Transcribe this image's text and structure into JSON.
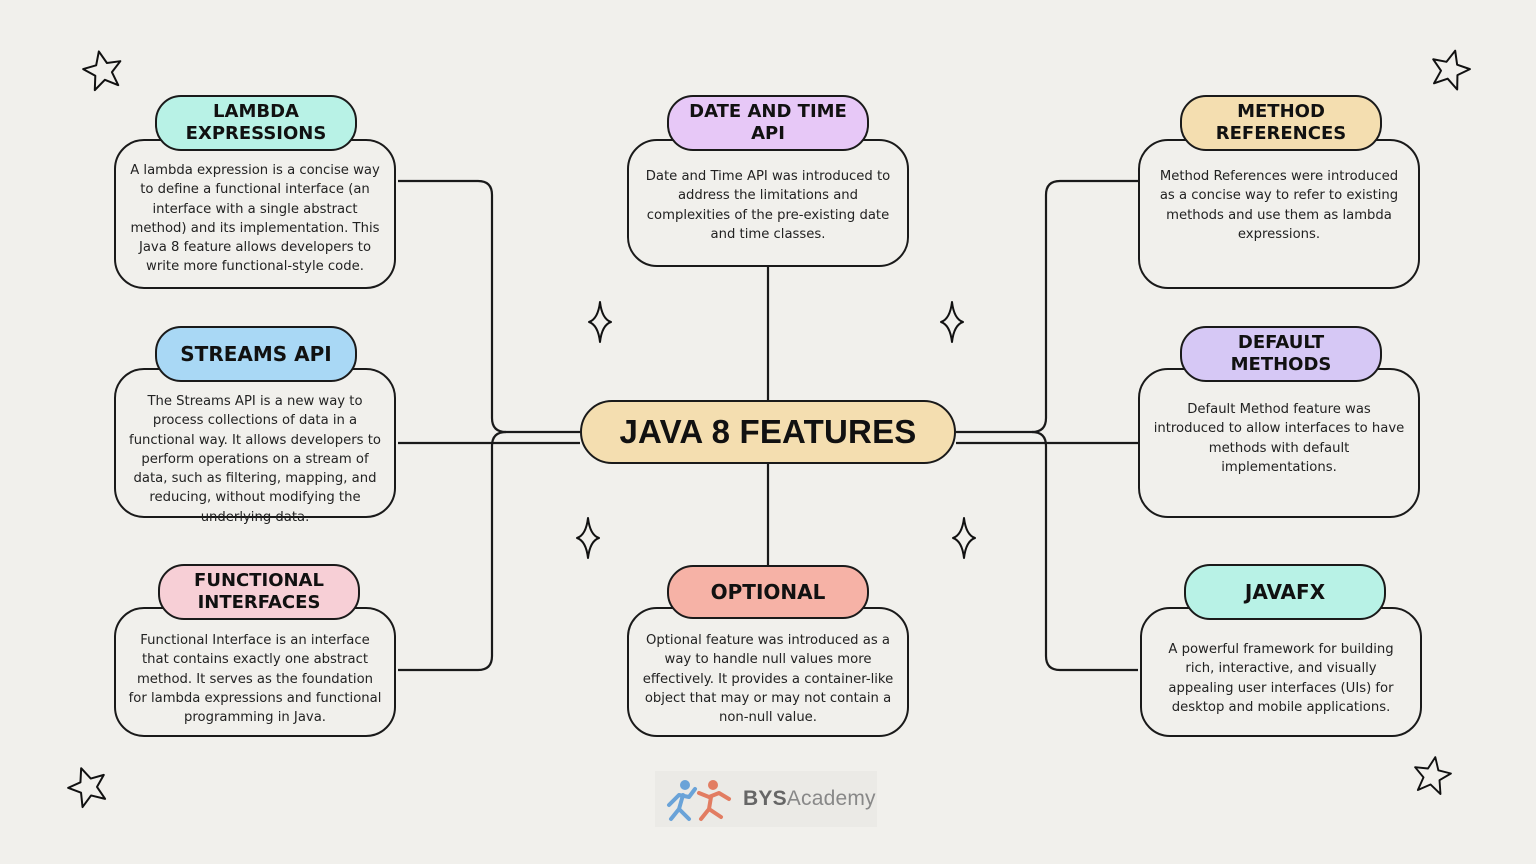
{
  "central_title": "JAVA 8 FEATURES",
  "features": {
    "lambda": {
      "title": "LAMBDA EXPRESSIONS",
      "description": "A lambda expression is a concise way to define a functional interface (an interface with a single abstract method) and its implementation. This Java 8 feature allows developers to write more functional-style code."
    },
    "streams": {
      "title": "STREAMS API",
      "description": "The Streams API is a new way to process collections of data in a functional way. It allows developers to perform operations on a stream of data, such as filtering, mapping, and reducing, without modifying the underlying data."
    },
    "functional_interfaces": {
      "title": "FUNCTIONAL INTERFACES",
      "description": "Functional Interface is an interface that contains exactly one abstract method. It serves as the foundation for lambda expressions and functional programming in Java."
    },
    "date_time": {
      "title": "DATE AND TIME API",
      "description": "Date and Time API was introduced to address the limitations and complexities of the pre-existing date and time classes."
    },
    "optional": {
      "title": "OPTIONAL",
      "description": "Optional feature was introduced as a way to handle null values more effectively. It provides a container-like object that may or may not contain a non-null value."
    },
    "method_references": {
      "title": "METHOD REFERENCES",
      "description": "Method References were introduced as a concise way to refer to existing methods and use them as lambda expressions."
    },
    "default_methods": {
      "title": "DEFAULT METHODS",
      "description": "Default Method feature was introduced to allow interfaces to have methods with default implementations."
    },
    "javafx": {
      "title": "JAVAFX",
      "description": "A powerful framework for building rich, interactive, and visually appealing user interfaces (UIs) for desktop and mobile applications."
    }
  },
  "logo": {
    "part1": "BYS",
    "part2": "Academy"
  },
  "colors": {
    "background": "#f1f0ec",
    "center_fill": "#f4deb0",
    "lambda": "#b8f2e6",
    "streams": "#a9d8f5",
    "functional_interfaces": "#f7cfd6",
    "date_time": "#e7c8f7",
    "optional": "#f6b2a6",
    "method_references": "#f4deb0",
    "default_methods": "#d6c8f5",
    "javafx": "#b8f2e6",
    "line": "#1a1a1a"
  },
  "icons": [
    "star-icon",
    "sparkle-icon",
    "people-logo-icon"
  ]
}
